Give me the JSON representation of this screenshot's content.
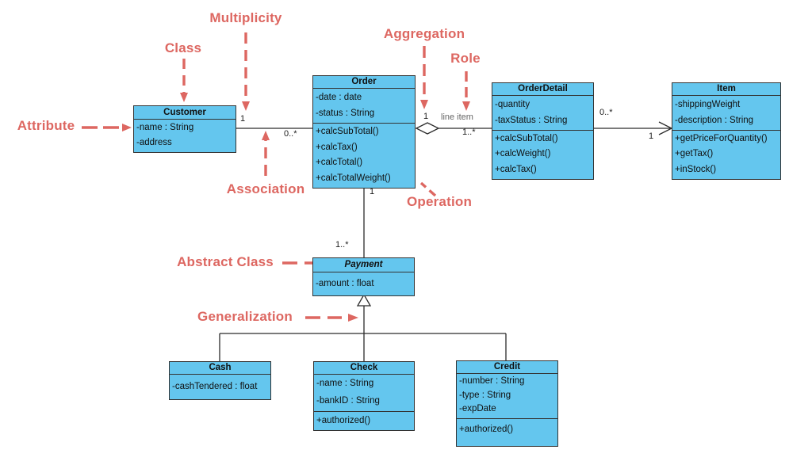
{
  "colors": {
    "boxfill": "#64c6ee",
    "boxborder": "#333333",
    "line": "#2b2b2b",
    "red": "#dd6761",
    "rolelabel": "#666666"
  },
  "classes": [
    {
      "name": "Customer",
      "attributes": [
        "-name : String",
        "-address"
      ],
      "operations": []
    },
    {
      "name": "Order",
      "attributes": [
        "-date : date",
        "-status : String"
      ],
      "operations": [
        "+calcSubTotal()",
        "+calcTax()",
        "+calcTotal()",
        "+calcTotalWeight()"
      ]
    },
    {
      "name": "OrderDetail",
      "attributes": [
        "-quantity",
        "-taxStatus : String"
      ],
      "operations": [
        "+calcSubTotal()",
        "+calcWeight()",
        "+calcTax()"
      ]
    },
    {
      "name": "Item",
      "attributes": [
        "-shippingWeight",
        "-description : String"
      ],
      "operations": [
        "+getPriceForQuantity()",
        "+getTax()",
        "+inStock()"
      ]
    },
    {
      "name": "Payment",
      "abstract": true,
      "attributes": [
        "-amount : float"
      ],
      "operations": []
    },
    {
      "name": "Cash",
      "attributes": [
        "-cashTendered : float"
      ],
      "operations": []
    },
    {
      "name": "Check",
      "attributes": [
        "-name : String",
        "-bankID : String"
      ],
      "operations": [
        "+authorized()"
      ]
    },
    {
      "name": "Credit",
      "attributes": [
        "-number : String",
        "-type : String",
        "-expDate"
      ],
      "operations": [
        "+authorized()"
      ]
    }
  ],
  "annotations": {
    "multiplicity": "Multiplicity",
    "class": "Class",
    "aggregation": "Aggregation",
    "role": "Role",
    "attribute": "Attribute",
    "association": "Association",
    "operation": "Operation",
    "abstract_class": "Abstract Class",
    "generalization": "Generalization"
  },
  "edge_labels": {
    "customer_end": "1",
    "order_end": "0..*",
    "aggregation_end": "1",
    "role": "line item",
    "orderdetail_end": "1..*",
    "detail_to_item_near": "0..*",
    "detail_to_item_far": "1",
    "order_payment": "1",
    "payment_end": "1..*"
  }
}
